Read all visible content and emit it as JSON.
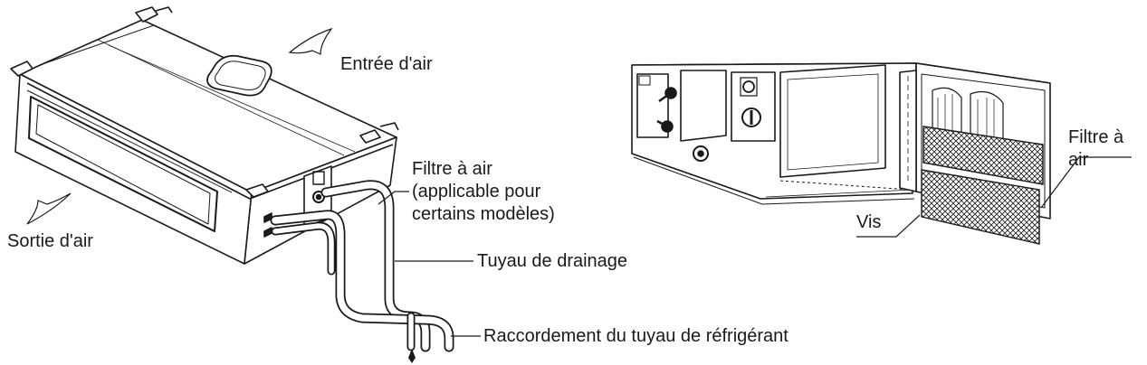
{
  "labels": {
    "air_inlet": "Entrée d'air",
    "air_outlet": "Sortie d'air",
    "air_filter_left": [
      "Filtre à air",
      "(applicable pour",
      "certains modèles)"
    ],
    "drain_pipe": "Tuyau de drainage",
    "refrigerant_connection": "Raccordement du tuyau de réfrigérant",
    "air_filter_right": [
      "Filtre à",
      "air"
    ],
    "screw": "Vis"
  }
}
